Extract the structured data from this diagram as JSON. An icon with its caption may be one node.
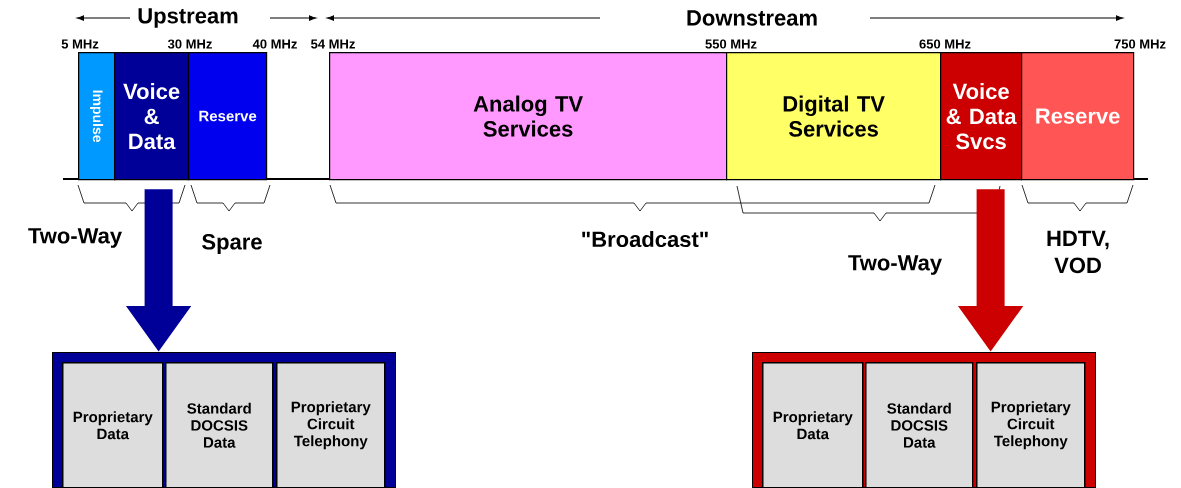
{
  "diagram": {
    "nodes": [
      {
        "text": [
          "Impulse"
        ]
      },
      {
        "text": [
          "Voice & Data"
        ]
      },
      {
        "text": [
          "Reserve"
        ]
      },
      {
        "text": [
          "Analog TV Services"
        ]
      },
      {
        "text": [
          "Digital TV Services"
        ]
      },
      {
        "text": [
          "Voice & Data Svcs"
        ]
      },
      {
        "text": [
          "Reserve"
        ]
      },
      {
        "text": [],
        "shape": "box"
      },
      {
        "text": [
          "Proprietary Data"
        ],
        "in": 7
      },
      {
        "text": [
          "Standard DOCSIS Data"
        ],
        "in": 7
      },
      {
        "text": [
          "Proprietary Circuit Telephony"
        ],
        "in": 7
      },
      {
        "text": [],
        "shape": "box"
      },
      {
        "text": [
          "Proprietary Data"
        ],
        "in": 11
      },
      {
        "text": [
          "Standard DOCSIS Data"
        ],
        "in": 11
      },
      {
        "text": [
          "Proprietary Circuit Telephony"
        ],
        "in": 11
      }
    ],
    "edges": [
      {
        "from": 1,
        "to": 7,
        "arrow": "to",
        "color": "#000099"
      },
      {
        "from": 5,
        "to": 11,
        "arrow": "to",
        "color": "#cc0000"
      }
    ],
    "labels": [
      "Upstream",
      "Downstream",
      "5 MHz",
      "30 MHz",
      "40 MHz",
      "54 MHz",
      "550 MHz",
      "650 MHz",
      "750 MHz",
      "Two-Way",
      "Spare",
      "\"Broadcast\"",
      "Two-Way",
      "HDTV, VOD"
    ]
  }
}
